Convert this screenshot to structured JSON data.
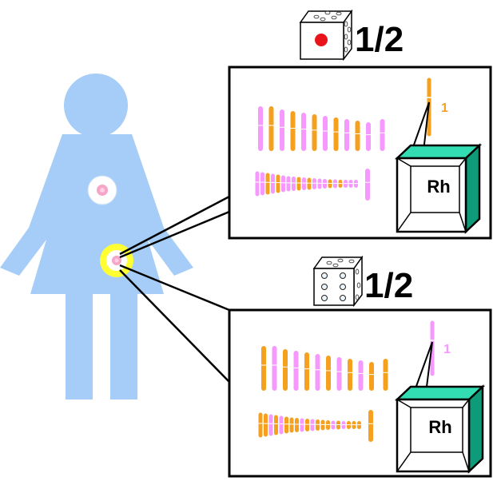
{
  "top_panel": {
    "probability": "1/2",
    "chromosome_number": "1",
    "box_label": "Rh"
  },
  "bottom_panel": {
    "probability": "1/2",
    "chromosome_number": "1",
    "box_label": "Rh"
  },
  "colors": {
    "figure": "#a6cdf7",
    "paternal": "#f599ff",
    "maternal": "#f5a01e",
    "box_front": "#ffffff",
    "box_top": "#33ddb4",
    "box_side": "#0e9b7a",
    "ovary": "#ffff33",
    "die_pip_red": "#e8131b"
  },
  "icons": {
    "top_die": "die-one-red-pip-icon",
    "bottom_die": "die-six-pips-icon"
  }
}
